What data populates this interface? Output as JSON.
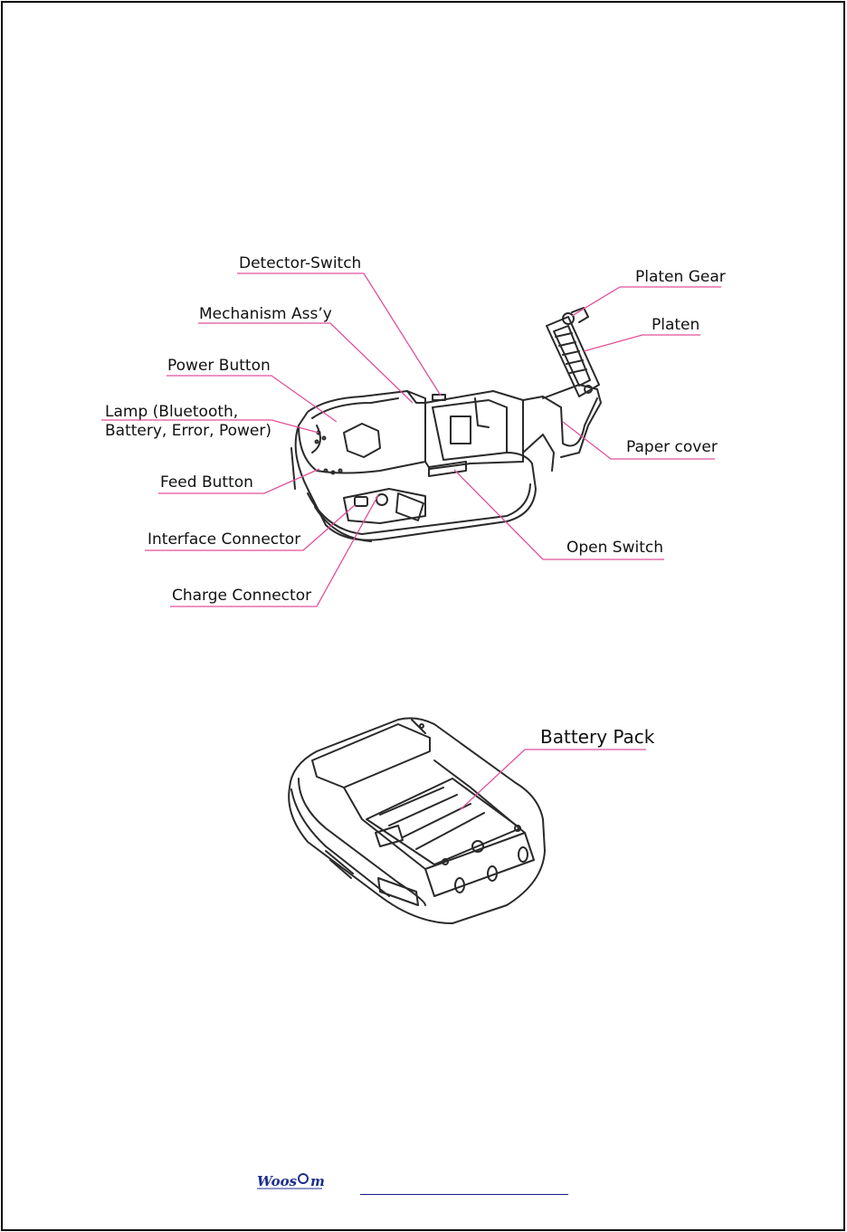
{
  "colors": {
    "leader": "#e0509a",
    "ink": "#2a2a2a",
    "logo": "#1d2f8f"
  },
  "labels": {
    "detector_switch": "Detector-Switch",
    "mechanism_assy": "Mechanism Ass’y",
    "power_button": "Power Button",
    "lamp_line1": "Lamp (Bluetooth,",
    "lamp_line2": "Battery, Error, Power)",
    "feed_button": "Feed Button",
    "interface_connector": "Interface Connector",
    "charge_connector": "Charge Connector",
    "platen_gear": "Platen Gear",
    "platen": "Platen",
    "paper_cover": "Paper cover",
    "open_switch": "Open Switch",
    "battery_pack": "Battery Pack"
  },
  "icons": {
    "brand_logo": "woosim-logo-icon"
  }
}
